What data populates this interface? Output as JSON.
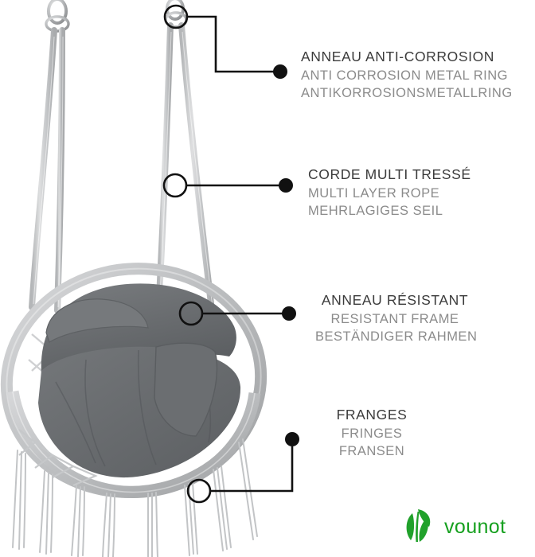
{
  "product": {
    "name": "macrame-hanging-chair",
    "description": "Grey macrame hanging swing chair with round frame, cushion and fringes",
    "colors": {
      "rope": "#c9cacb",
      "rope_shadow": "#a7a9ab",
      "cushion": "#6e7174",
      "cushion_shadow": "#5d6063",
      "frame": "#bcbec0",
      "metal_ring": "#c6c8ca"
    }
  },
  "callouts": [
    {
      "id": "anti-corrosion-ring",
      "primary": "ANNEAU ANTI-CORROSION",
      "secondary_en": "ANTI CORROSION METAL RING",
      "secondary_de": "ANTIKORROSIONSMETALLRING",
      "align": "left"
    },
    {
      "id": "multi-layer-rope",
      "primary": "CORDE MULTI TRESSÉ",
      "secondary_en": "MULTI LAYER ROPE",
      "secondary_de": "MEHRLAGIGES SEIL",
      "align": "left"
    },
    {
      "id": "resistant-frame",
      "primary": "ANNEAU RÉSISTANT",
      "secondary_en": "RESISTANT FRAME",
      "secondary_de": "BESTÄNDIGER RAHMEN",
      "align": "center"
    },
    {
      "id": "fringes",
      "primary": "FRANGES",
      "secondary_en": "FRINGES",
      "secondary_de": "FRANSEN",
      "align": "center"
    }
  ],
  "brand": {
    "wordmark": "vounot",
    "logo_icon": "leaf-icon",
    "color": "#16a01f"
  },
  "theme": {
    "background": "#ffffff",
    "primary_text": "#3b3b3b",
    "secondary_text": "#8b8b8b",
    "leader_line": "#111111"
  }
}
